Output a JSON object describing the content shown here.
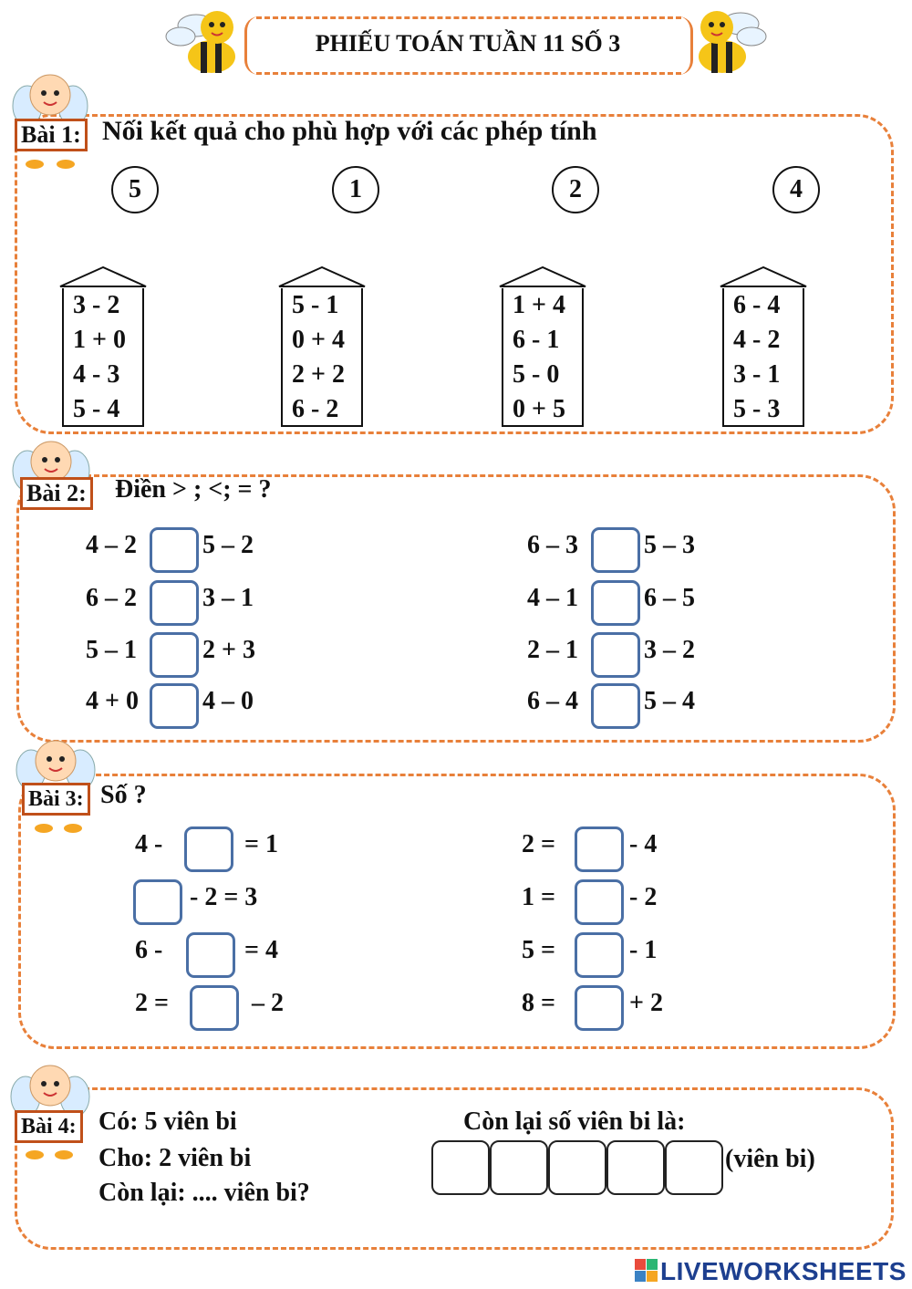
{
  "title": "PHIẾU TOÁN TUẦN 11 SỐ 3",
  "bai1": {
    "label": "Bài 1:",
    "instruction": "Nối kết quả cho phù hợp với các phép tính",
    "circles": [
      "5",
      "1",
      "2",
      "4"
    ],
    "houses": [
      [
        "3 - 2",
        "1 + 0",
        "4 - 3",
        "5 - 4"
      ],
      [
        "5 - 1",
        "0 + 4",
        "2 + 2",
        " 6 - 2"
      ],
      [
        "1 + 4",
        "6 - 1",
        "5 - 0",
        "0 + 5"
      ],
      [
        "6 -  4",
        "4 -  2",
        "3 -  1",
        "5 -  3"
      ]
    ]
  },
  "bai2": {
    "label": "Bài 2:",
    "instruction": "Điền > ; <; = ?",
    "left": [
      [
        "4 – 2",
        "5 – 2"
      ],
      [
        "6 – 2",
        "3 – 1"
      ],
      [
        "5 – 1",
        "2 + 3"
      ],
      [
        "4 + 0",
        "4 – 0"
      ]
    ],
    "right": [
      [
        "6 – 3",
        "5 – 3"
      ],
      [
        "4 – 1",
        "6 – 5"
      ],
      [
        "2 – 1",
        "3 – 2"
      ],
      [
        "6 – 4",
        "5 – 4"
      ]
    ]
  },
  "bai3": {
    "label": "Bài 3:",
    "instruction": "Số ?",
    "left": [
      [
        "4 -",
        "= 1"
      ],
      [
        "",
        "-  2 = 3"
      ],
      [
        "6 -",
        "= 4"
      ],
      [
        "2 =",
        "– 2"
      ]
    ],
    "right": [
      [
        "2 =",
        "- 4"
      ],
      [
        "1 =",
        "- 2"
      ],
      [
        "5 =",
        "- 1"
      ],
      [
        "8 =",
        "+ 2"
      ]
    ]
  },
  "bai4": {
    "label": "Bài 4:",
    "line1": "Có: 5 viên bi",
    "line2": "Cho: 2 viên bi",
    "line3": "Còn lại: .... viên bi?",
    "answer_label": "Còn lại số viên bi là:",
    "unit": "(viên bi)"
  },
  "watermark": "LIVEWORKSHEETS",
  "colors": {
    "frame": "#e8803a",
    "label_border": "#c0501a",
    "blank_border": "#4a6fa5",
    "watermark": "#1d3f8f"
  }
}
